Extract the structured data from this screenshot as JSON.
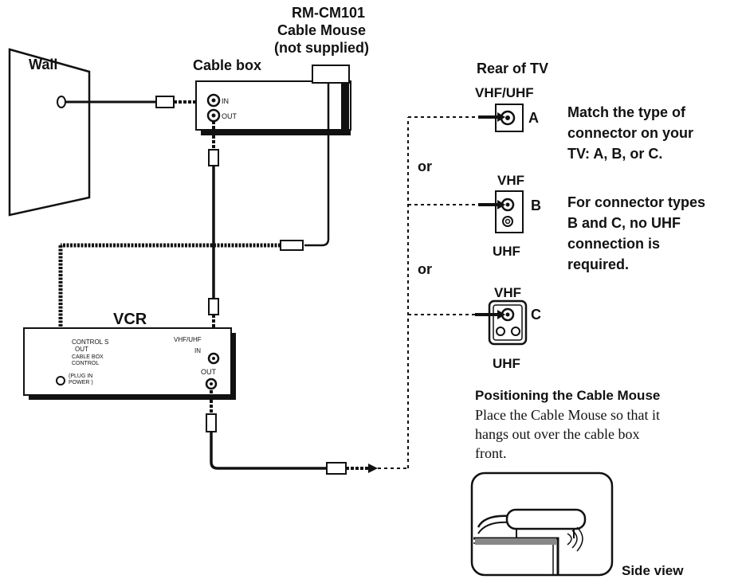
{
  "labels": {
    "cable_mouse_model": "RM-CM101",
    "cable_mouse_name": "Cable Mouse",
    "cable_mouse_note": "(not supplied)",
    "wall": "Wall",
    "cable_box": "Cable box",
    "cable_box_in": "IN",
    "cable_box_out": "OUT",
    "vcr": "VCR",
    "vcr_control_s_1": "CONTROL S",
    "vcr_control_s_2": "OUT",
    "vcr_cable_box_1": "CABLE BOX",
    "vcr_cable_box_2": "CONTROL",
    "vcr_plug_in_1": "(PLUG IN",
    "vcr_plug_in_2": "POWER )",
    "vcr_vhf_uhf": "VHF/UHF",
    "vcr_in": "IN",
    "vcr_out": "OUT",
    "rear_of_tv": "Rear of TV",
    "connector_a_type": "VHF/UHF",
    "connector_a_letter": "A",
    "connector_b_vhf": "VHF",
    "connector_b_letter": "B",
    "connector_b_uhf": "UHF",
    "connector_c_vhf": "VHF",
    "connector_c_letter": "C",
    "connector_c_uhf": "UHF",
    "or_1": "or",
    "or_2": "or",
    "side_view": "Side view"
  },
  "notes": {
    "match_line1": "Match the type of",
    "match_line2": "connector on your",
    "match_line3": "TV: A, B, or C.",
    "bc_line1": "For connector types",
    "bc_line2": "B and C, no UHF",
    "bc_line3": "connection is",
    "bc_line4": "required."
  },
  "positioning": {
    "heading": "Positioning the Cable Mouse",
    "line1": "Place the Cable Mouse so that it",
    "line2": "hangs out over the cable box",
    "line3": "front."
  }
}
